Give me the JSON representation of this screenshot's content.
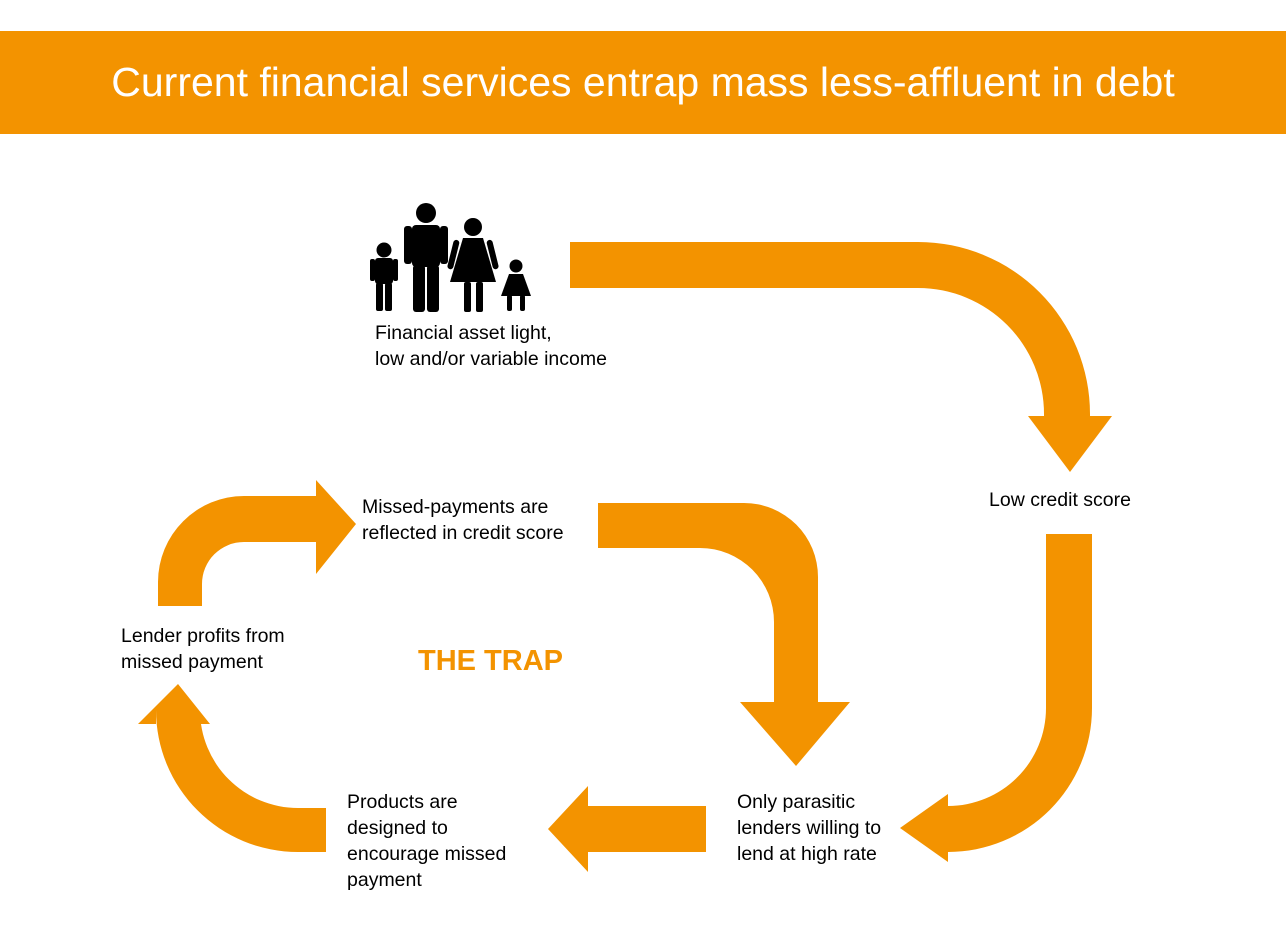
{
  "title": "Current financial services entrap mass less-affluent in debt",
  "colors": {
    "accent": "#f39300",
    "text": "#000000",
    "background": "#ffffff"
  },
  "icons": [
    "family-icon"
  ],
  "center_label": "THE TRAP",
  "nodes": {
    "family": "Financial asset light,\nlow and/or variable income",
    "low_credit": "Low credit score",
    "parasitic": "Only parasitic\nlenders willing to\nlend at high rate",
    "products": "Products are\ndesigned to\nencourage missed\npayment",
    "lender_profits": "Lender profits from\nmissed payment",
    "missed_payments": "Missed-payments are\nreflected in credit score"
  }
}
